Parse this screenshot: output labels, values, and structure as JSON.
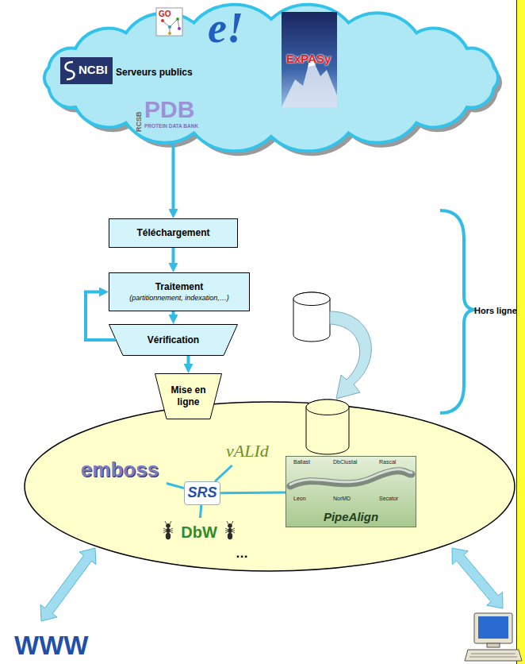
{
  "diagram": {
    "nodes": [
      {
        "text": [
          "Serveurs publics"
        ]
      },
      {
        "text": [
          "Téléchargement"
        ]
      },
      {
        "text": [
          "Traitement",
          "(partitionnement, indexation,…)"
        ]
      },
      {
        "text": [
          "Vérification"
        ]
      },
      {
        "text": [
          "Mise en ligne"
        ]
      },
      {
        "text": [
          "…"
        ]
      },
      {
        "text": [
          "vALId"
        ],
        "in": 5
      },
      {
        "text": [
          "emboss"
        ],
        "in": 5
      },
      {
        "text": [
          "SRS"
        ],
        "in": 5
      },
      {
        "text": [
          "PipeAlign"
        ],
        "in": 5
      },
      {
        "text": [
          "DbW"
        ],
        "in": 5
      }
    ],
    "edges": [
      {
        "from": 0,
        "to": 1,
        "arrow": "to"
      },
      {
        "from": 1,
        "to": 2,
        "arrow": "to"
      },
      {
        "from": 2,
        "to": 3,
        "arrow": "to"
      },
      {
        "from": 3,
        "to": 2,
        "arrow": "to"
      },
      {
        "from": 3,
        "to": 4,
        "arrow": "to"
      },
      {
        "from": 8,
        "to": 6,
        "arrow": "none"
      },
      {
        "from": 8,
        "to": 7,
        "arrow": "none"
      },
      {
        "from": 8,
        "to": 9,
        "arrow": "none"
      },
      {
        "from": 8,
        "to": 10,
        "arrow": "none"
      }
    ],
    "labels": [
      "GO",
      "e!",
      "ExPASy",
      "NCBI",
      "RCSB",
      "PDB",
      "PROTEIN DATA BANK",
      "Hors ligne",
      "Ballast",
      "DbClustal",
      "Rascal",
      "NorMD",
      "Leon",
      "Secator",
      "WWW"
    ]
  }
}
